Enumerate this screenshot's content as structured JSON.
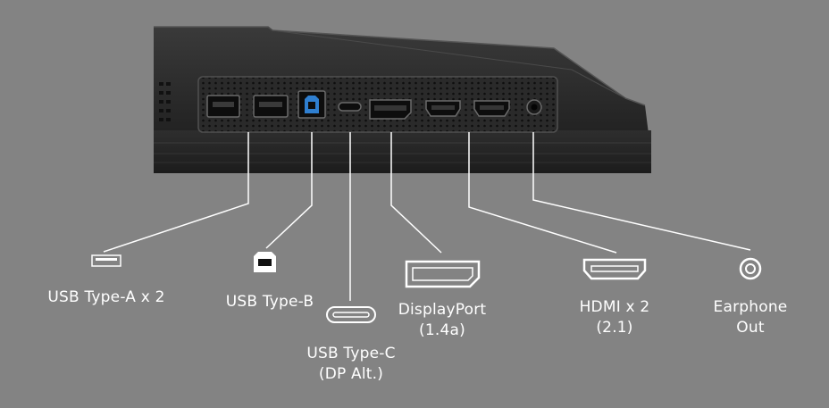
{
  "ports": [
    {
      "id": "usb-a",
      "name": "USB Type-A x 2",
      "detail": "",
      "icon": "usb-a-icon"
    },
    {
      "id": "usb-b",
      "name": "USB Type-B",
      "detail": "",
      "icon": "usb-b-icon"
    },
    {
      "id": "usb-c",
      "name": "USB Type-C",
      "detail": "(DP Alt.)",
      "icon": "usb-c-icon"
    },
    {
      "id": "displayport",
      "name": "DisplayPort",
      "detail": "(1.4a)",
      "icon": "displayport-icon"
    },
    {
      "id": "hdmi",
      "name": "HDMI x 2",
      "detail": "(2.1)",
      "icon": "hdmi-icon"
    },
    {
      "id": "earphone",
      "name": "Earphone",
      "detail": "Out",
      "icon": "earphone-jack-icon"
    }
  ],
  "colors": {
    "background": "#838383",
    "line": "#ffffff",
    "monitor_body": "#2b2b2b",
    "usb_b_accent": "#2f7fd0"
  }
}
